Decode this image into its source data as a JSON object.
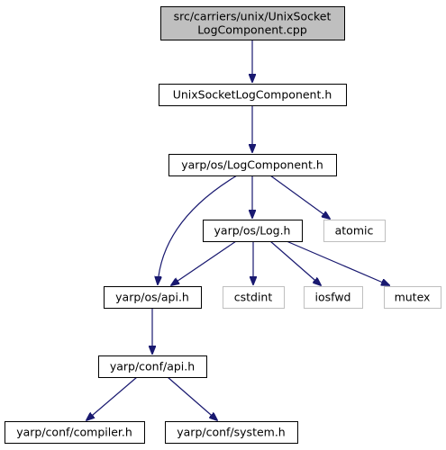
{
  "colors": {
    "edge": "#191970",
    "normal_border": "#000000",
    "external_border": "#bfbfbf",
    "root_fill": "#bfbfbf",
    "fill": "#ffffff"
  },
  "nodes": [
    {
      "id": "root",
      "lines": [
        "src/carriers/unix/UnixSocket",
        "LogComponent.cpp"
      ],
      "kind": "root"
    },
    {
      "id": "unixsocketlog_h",
      "lines": [
        "UnixSocketLogComponent.h"
      ],
      "kind": "normal"
    },
    {
      "id": "logcomponent_h",
      "lines": [
        "yarp/os/LogComponent.h"
      ],
      "kind": "normal"
    },
    {
      "id": "atomic",
      "lines": [
        "atomic"
      ],
      "kind": "external"
    },
    {
      "id": "log_h",
      "lines": [
        "yarp/os/Log.h"
      ],
      "kind": "normal"
    },
    {
      "id": "os_api_h",
      "lines": [
        "yarp/os/api.h"
      ],
      "kind": "normal"
    },
    {
      "id": "cstdint",
      "lines": [
        "cstdint"
      ],
      "kind": "external"
    },
    {
      "id": "iosfwd",
      "lines": [
        "iosfwd"
      ],
      "kind": "external"
    },
    {
      "id": "mutex",
      "lines": [
        "mutex"
      ],
      "kind": "external"
    },
    {
      "id": "conf_api_h",
      "lines": [
        "yarp/conf/api.h"
      ],
      "kind": "normal"
    },
    {
      "id": "compiler_h",
      "lines": [
        "yarp/conf/compiler.h"
      ],
      "kind": "normal"
    },
    {
      "id": "system_h",
      "lines": [
        "yarp/conf/system.h"
      ],
      "kind": "normal"
    }
  ],
  "edges": [
    {
      "from": "root",
      "to": "unixsocketlog_h"
    },
    {
      "from": "unixsocketlog_h",
      "to": "logcomponent_h"
    },
    {
      "from": "logcomponent_h",
      "to": "atomic"
    },
    {
      "from": "logcomponent_h",
      "to": "log_h"
    },
    {
      "from": "logcomponent_h",
      "to": "os_api_h"
    },
    {
      "from": "log_h",
      "to": "os_api_h"
    },
    {
      "from": "log_h",
      "to": "cstdint"
    },
    {
      "from": "log_h",
      "to": "iosfwd"
    },
    {
      "from": "log_h",
      "to": "mutex"
    },
    {
      "from": "os_api_h",
      "to": "conf_api_h"
    },
    {
      "from": "conf_api_h",
      "to": "compiler_h"
    },
    {
      "from": "conf_api_h",
      "to": "system_h"
    }
  ]
}
